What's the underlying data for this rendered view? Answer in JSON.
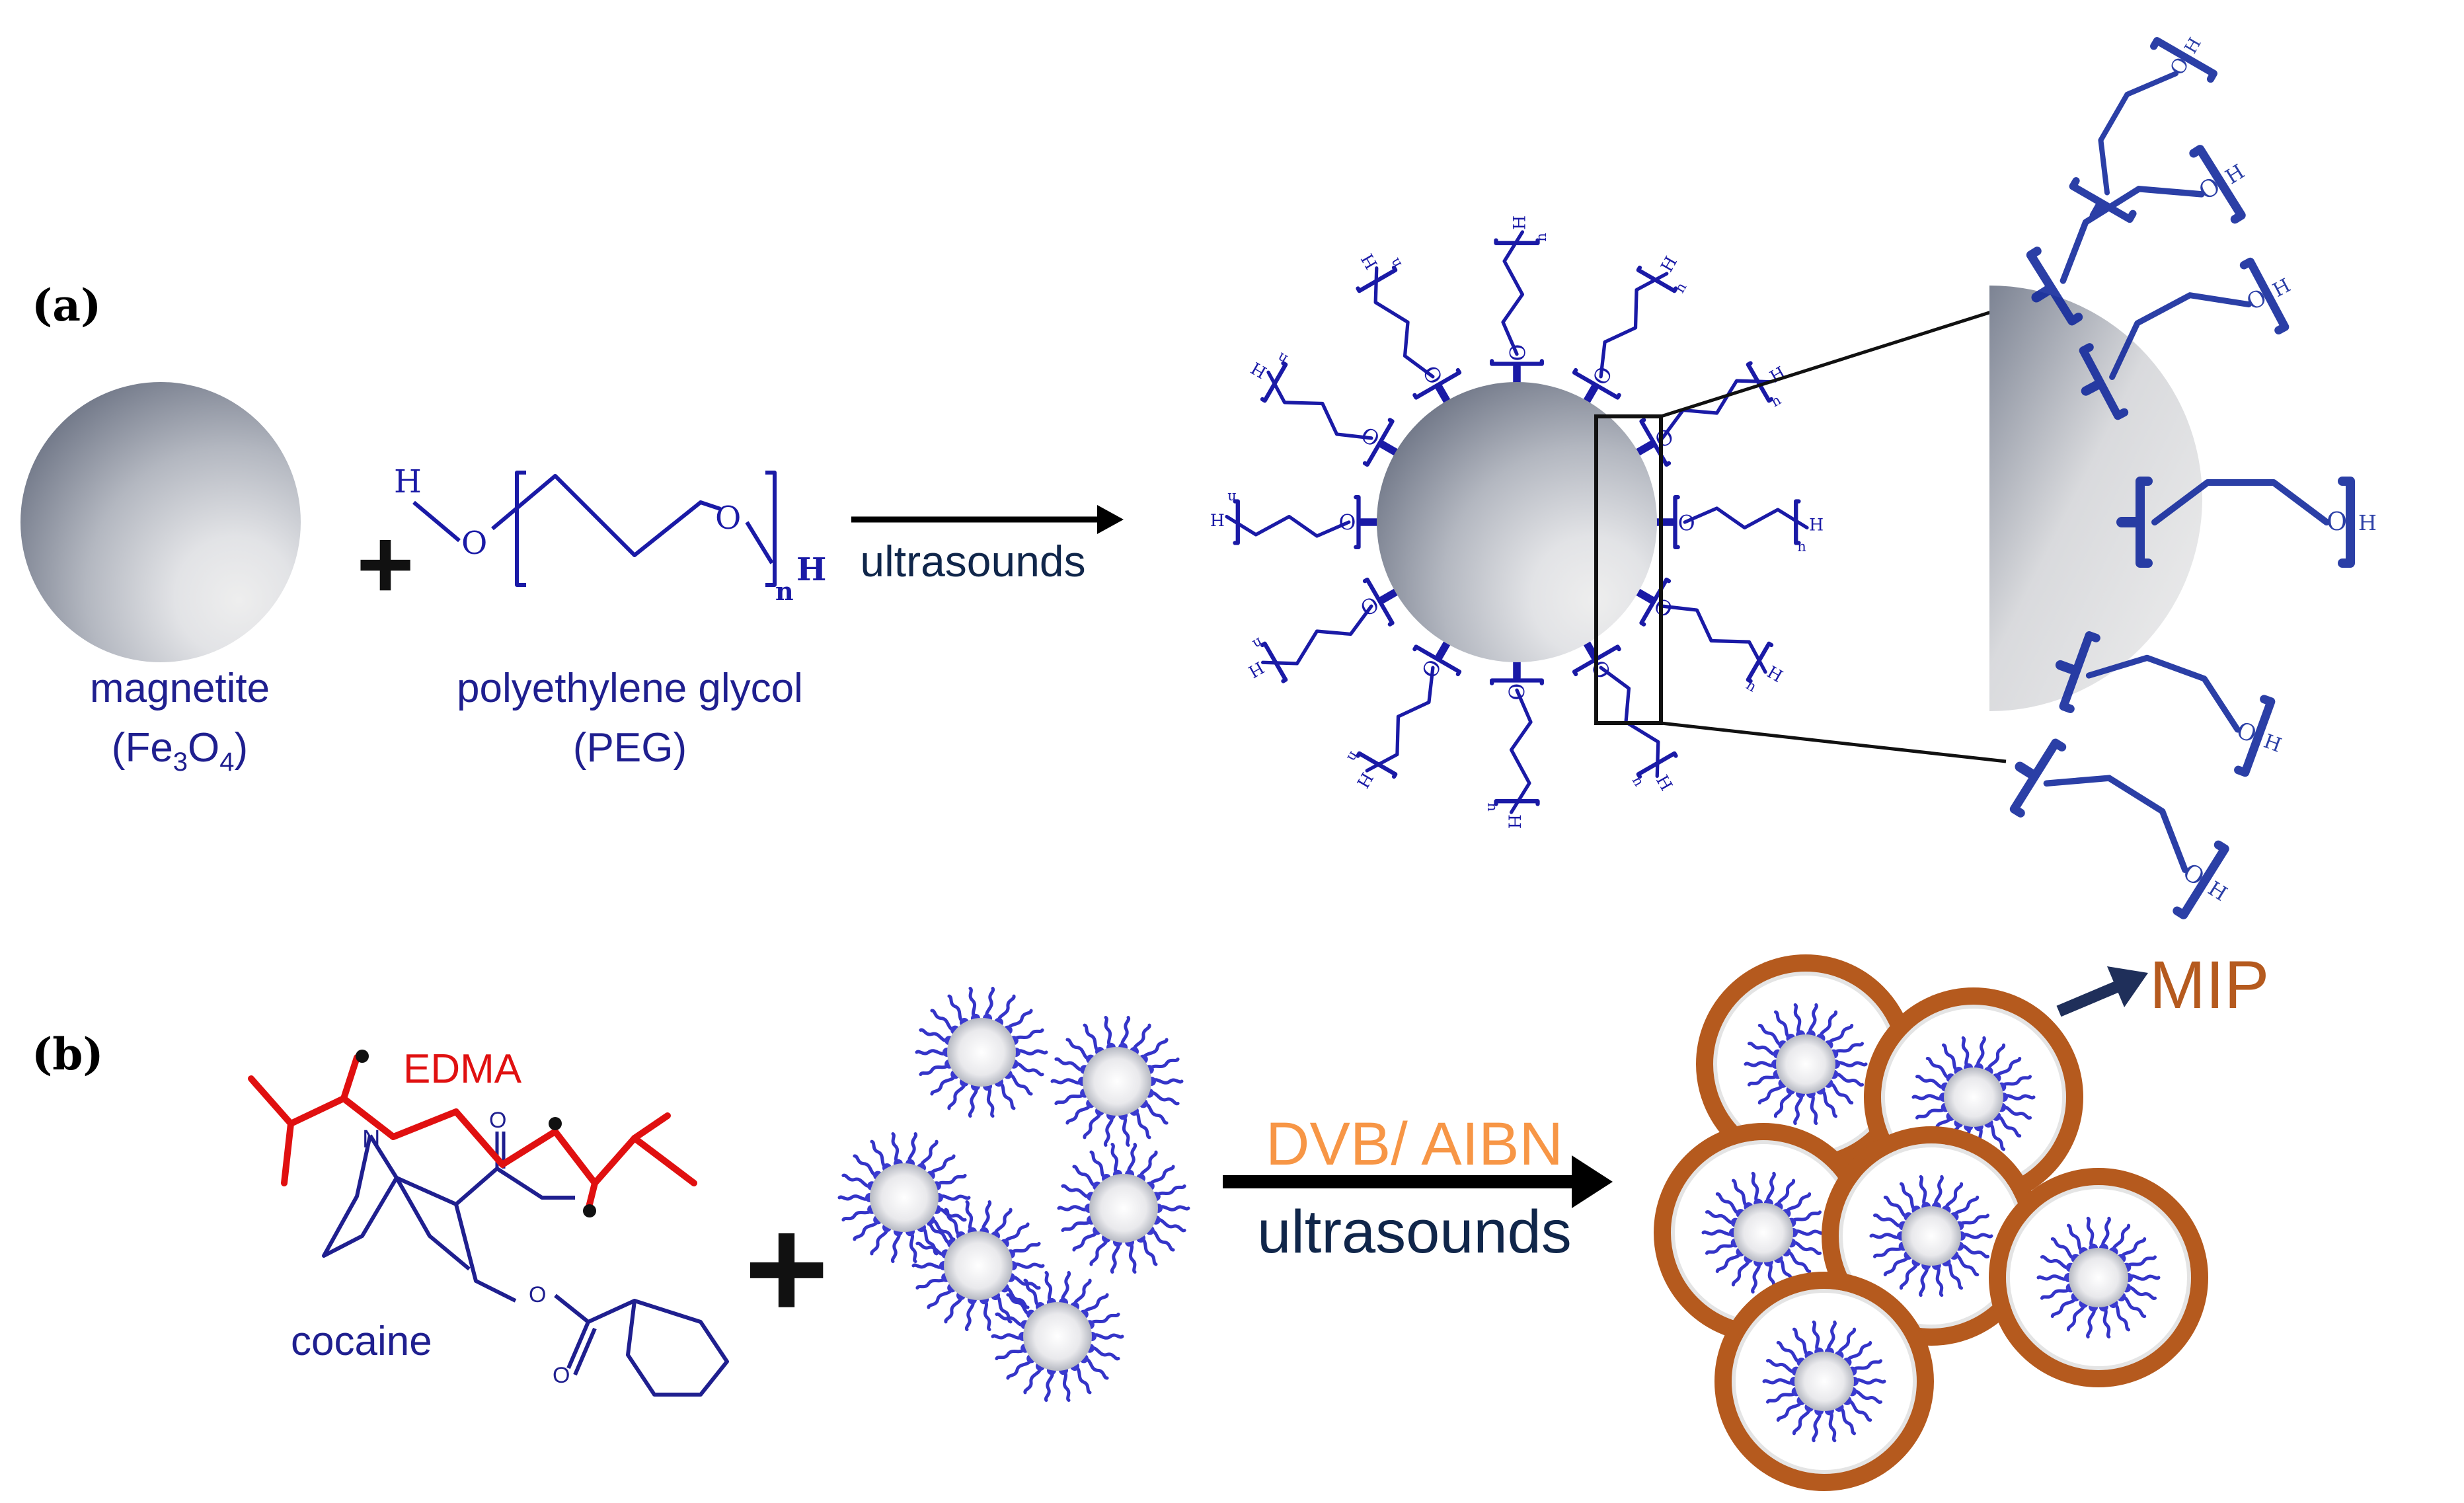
{
  "panel_a": {
    "label": "(a)",
    "magnetite": {
      "name": "magnetite",
      "formula_prefix": "(Fe",
      "formula_sub1": "3",
      "formula_mid": "O",
      "formula_sub2": "4",
      "formula_suffix": ")"
    },
    "peg": {
      "name": "polyethylene glycol",
      "abbr": "(PEG)",
      "atom_h": "H",
      "atom_o": "O",
      "subscript_n": "n"
    },
    "plus": "+",
    "arrow_label": "ultrasounds"
  },
  "panel_b": {
    "label": "(b)",
    "edma_label": "EDMA",
    "cocaine_label": "cocaine",
    "cocaine_n": "N",
    "cocaine_o": "O",
    "plus": "+",
    "arrow_top_label": "DVB/ AIBN",
    "arrow_bottom_label": "ultrasounds",
    "mip_label": "MIP"
  },
  "colors": {
    "text_blue": "#1f1f8f",
    "peg_blue": "#1a1aa6",
    "ligand_blue": "#3a3ad0",
    "edma_red": "#e01010",
    "dvb_orange": "#f79646",
    "mip_brown": "#b55a1e",
    "dark_navy": "#10264a"
  }
}
